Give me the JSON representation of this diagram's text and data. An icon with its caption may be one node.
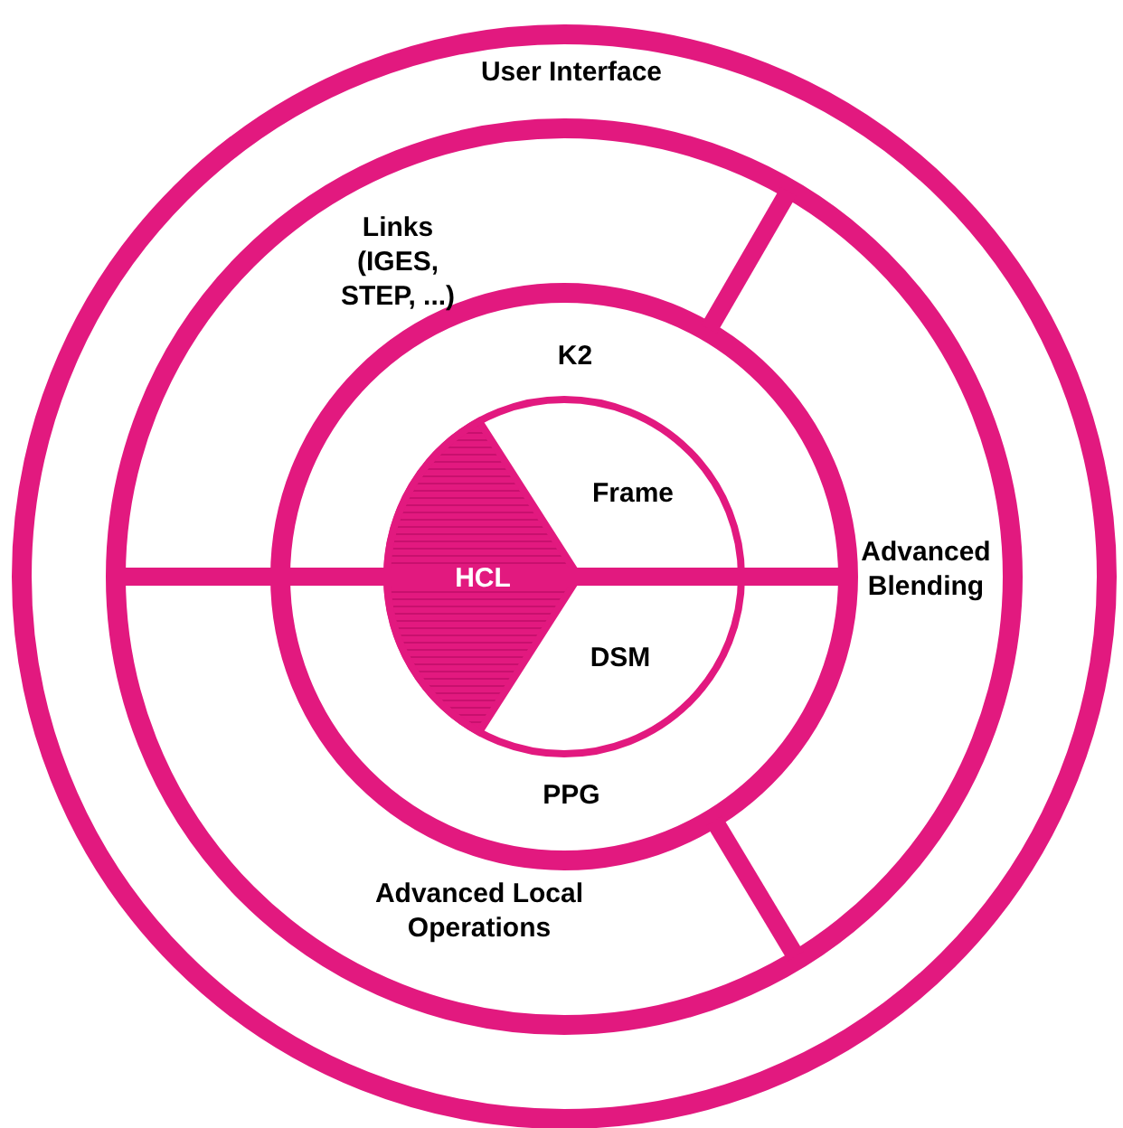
{
  "diagram": {
    "nodes": [
      {
        "text": [
          "User Interface"
        ]
      },
      {
        "text": [
          "Links (IGES, STEP, ...)"
        ]
      },
      {
        "text": [
          "K2"
        ]
      },
      {
        "text": [
          "Frame"
        ]
      },
      {
        "text": [
          "Advanced Blending"
        ]
      },
      {
        "text": [
          "HCL"
        ]
      },
      {
        "text": [
          "DSM"
        ]
      },
      {
        "text": [
          "PPG"
        ]
      },
      {
        "text": [
          "Advanced Local Operations"
        ]
      }
    ]
  }
}
